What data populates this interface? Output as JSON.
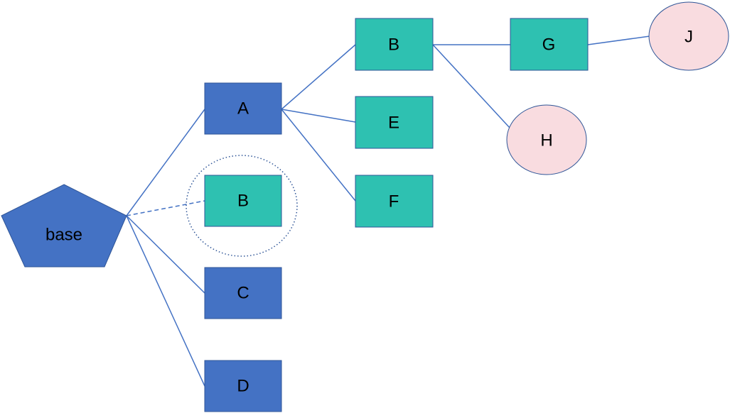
{
  "colors": {
    "blue_node": "#4472C4",
    "teal_node": "#2EC1B1",
    "pink_node": "#F9DCE0",
    "edge": "#4472C4",
    "node_border": "#2F5597"
  },
  "nodes": {
    "base": {
      "label": "base",
      "shape": "pentagon"
    },
    "a": {
      "label": "A",
      "shape": "rect"
    },
    "b_ref": {
      "label": "B",
      "shape": "rect"
    },
    "c": {
      "label": "C",
      "shape": "rect"
    },
    "d": {
      "label": "D",
      "shape": "rect"
    },
    "b": {
      "label": "B",
      "shape": "rect"
    },
    "e": {
      "label": "E",
      "shape": "rect"
    },
    "f": {
      "label": "F",
      "shape": "rect"
    },
    "g": {
      "label": "G",
      "shape": "rect"
    },
    "h": {
      "label": "H",
      "shape": "ellipse"
    },
    "j": {
      "label": "J",
      "shape": "ellipse"
    }
  },
  "edges": [
    {
      "from": "base",
      "to": "a",
      "style": "solid"
    },
    {
      "from": "base",
      "to": "b_ref",
      "style": "dashed"
    },
    {
      "from": "base",
      "to": "c",
      "style": "solid"
    },
    {
      "from": "base",
      "to": "d",
      "style": "solid"
    },
    {
      "from": "a",
      "to": "b",
      "style": "solid"
    },
    {
      "from": "a",
      "to": "e",
      "style": "solid"
    },
    {
      "from": "a",
      "to": "f",
      "style": "solid"
    },
    {
      "from": "b",
      "to": "g",
      "style": "solid"
    },
    {
      "from": "b",
      "to": "h",
      "style": "solid"
    },
    {
      "from": "g",
      "to": "j",
      "style": "solid"
    }
  ],
  "highlight": {
    "target": "b_ref",
    "style": "dotted-circle"
  }
}
